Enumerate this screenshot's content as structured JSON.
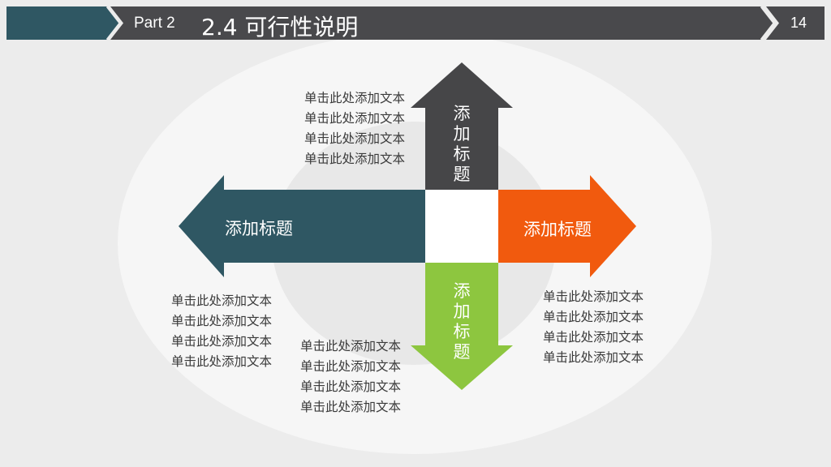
{
  "header": {
    "part": "Part 2",
    "title": "2.4 可行性说明",
    "page_number": "14"
  },
  "colors": {
    "teal": "#2f5763",
    "dark_gray": "#464648",
    "orange": "#f15a0e",
    "green": "#8dc63f",
    "header_bar": "#49494c"
  },
  "arrows": {
    "up": {
      "label": "添加标题",
      "color": "#464648"
    },
    "left": {
      "label": "添加标题",
      "color": "#2f5763"
    },
    "right": {
      "label": "添加标题",
      "color": "#f15a0e"
    },
    "down": {
      "label": "添加标题",
      "color": "#8dc63f"
    }
  },
  "text_blocks": {
    "top": [
      "单击此处添加文本",
      "单击此处添加文本",
      "单击此处添加文本",
      "单击此处添加文本"
    ],
    "left": [
      "单击此处添加文本",
      "单击此处添加文本",
      "单击此处添加文本",
      "单击此处添加文本"
    ],
    "bottom": [
      "单击此处添加文本",
      "单击此处添加文本",
      "单击此处添加文本",
      "单击此处添加文本"
    ],
    "right": [
      "单击此处添加文本",
      "单击此处添加文本",
      "单击此处添加文本",
      "单击此处添加文本"
    ]
  }
}
